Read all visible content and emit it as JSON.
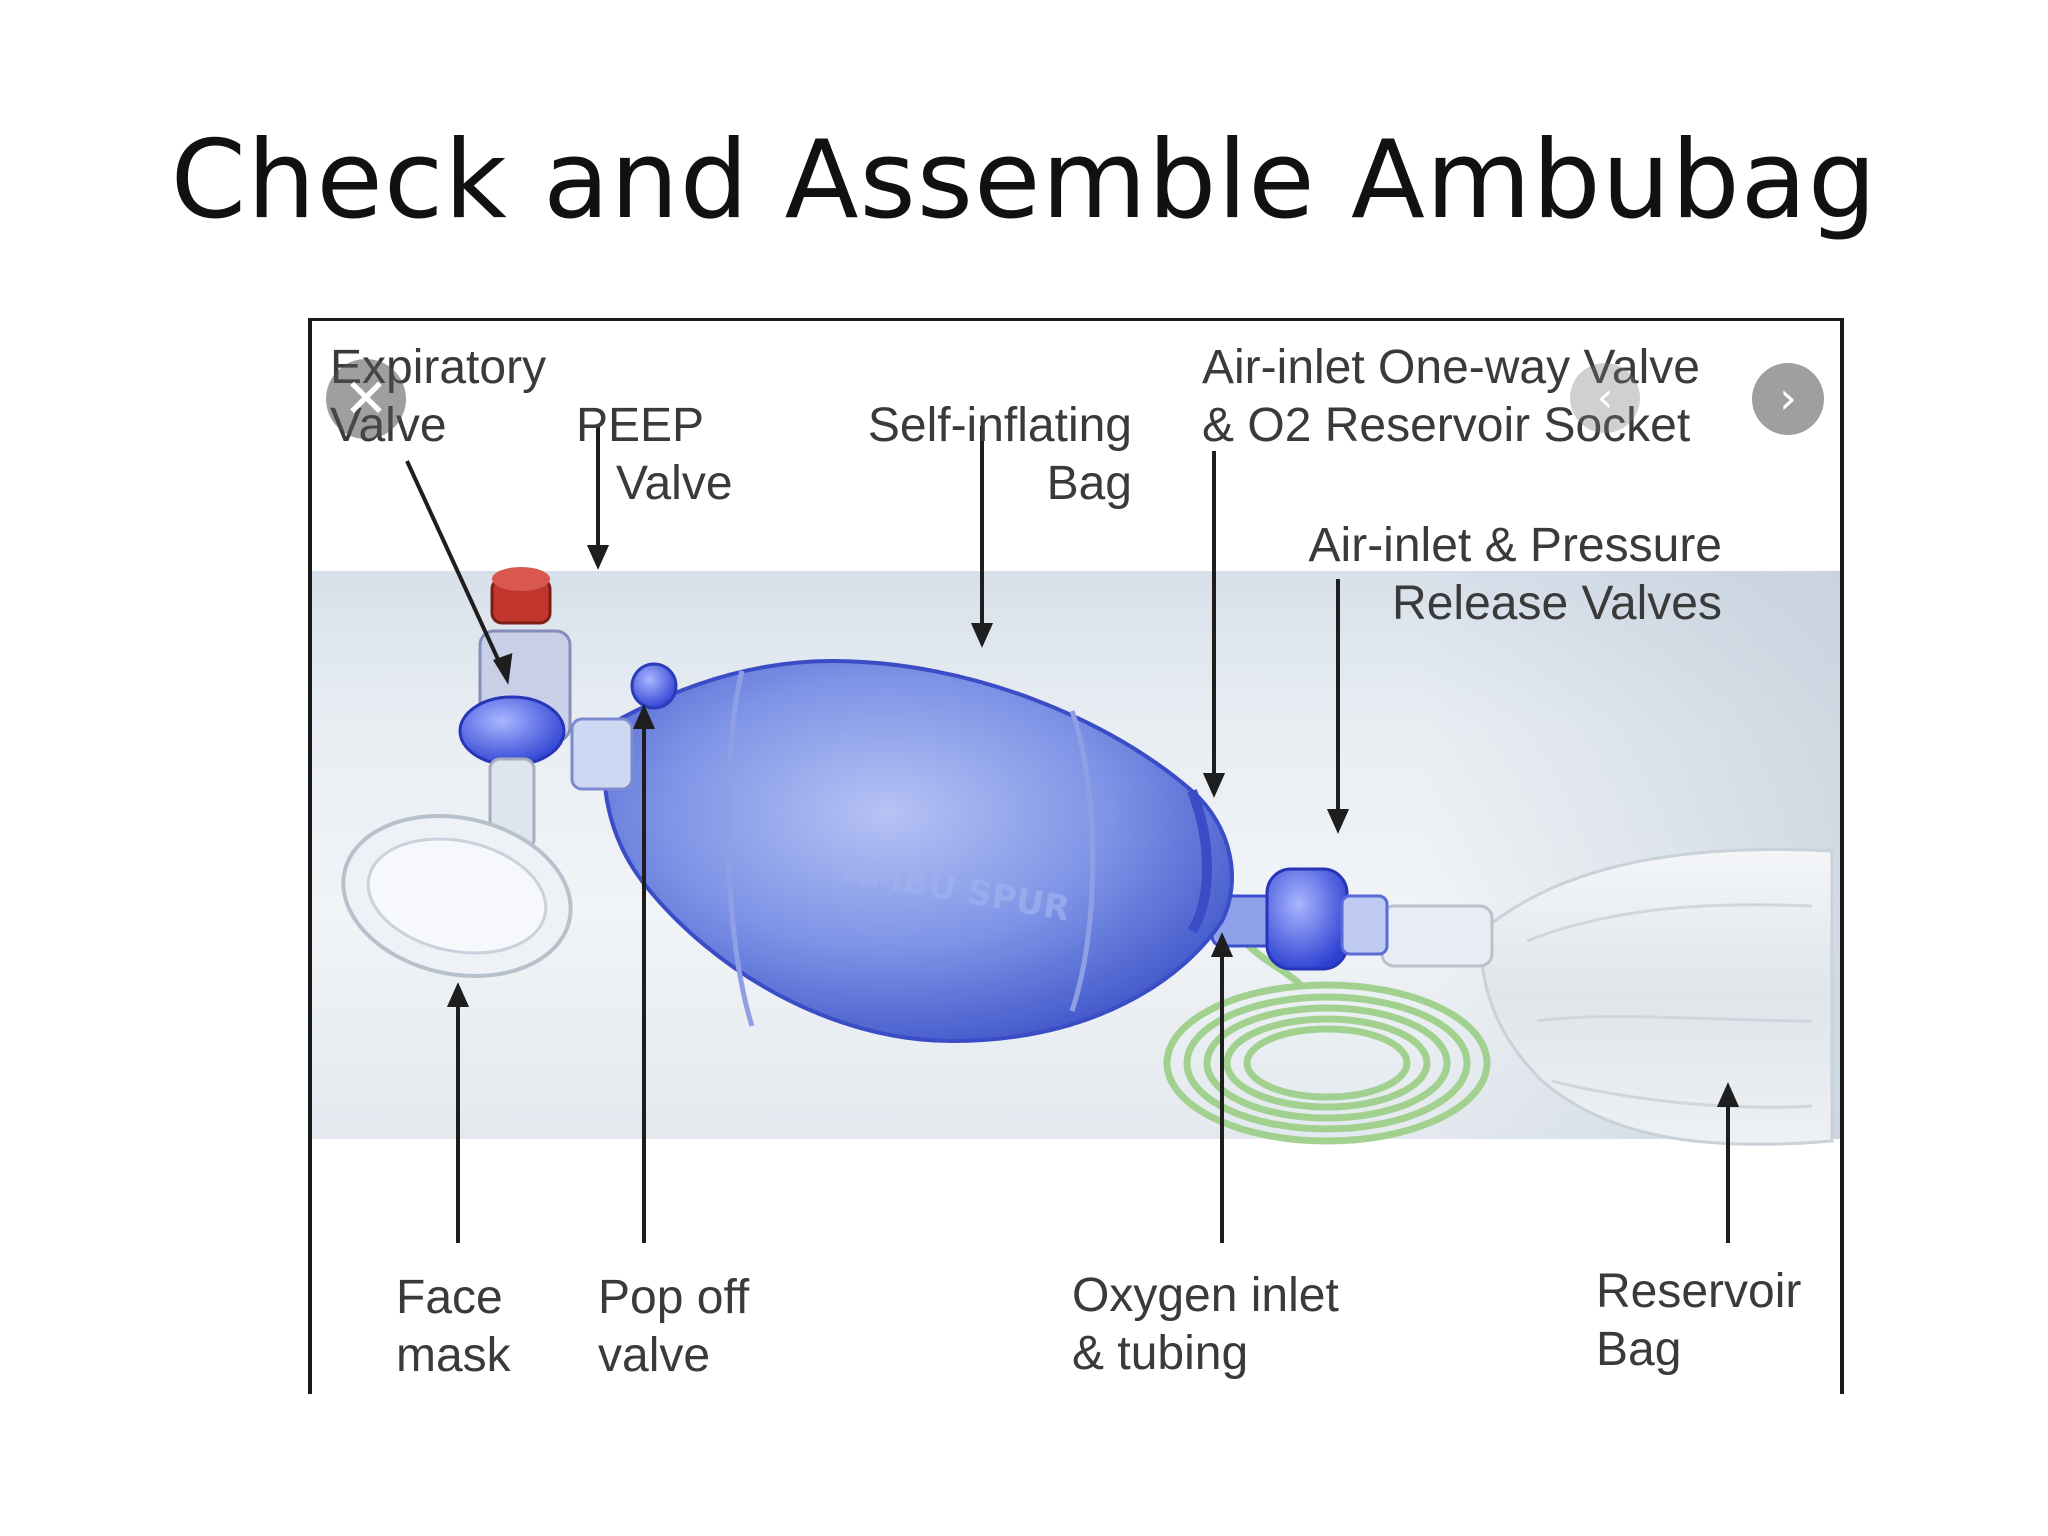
{
  "slide": {
    "title": "Check and Assemble Ambubag"
  },
  "diagram": {
    "labels": {
      "expiratory_valve": [
        "Expiratory",
        "Valve"
      ],
      "peep_valve": [
        "PEEP",
        "Valve"
      ],
      "self_inflating_bag": [
        "Self-inflating",
        "Bag"
      ],
      "air_inlet_one_way": [
        "Air-inlet One-way Valve",
        "& O2 Reservoir Socket"
      ],
      "air_inlet_pressure": [
        "Air-inlet & Pressure",
        "Release Valves"
      ],
      "face_mask": [
        "Face",
        "mask"
      ],
      "pop_off_valve": [
        "Pop off",
        "valve"
      ],
      "oxygen_inlet": [
        "Oxygen inlet",
        "& tubing"
      ],
      "reservoir_bag": [
        "Reservoir",
        "Bag"
      ]
    },
    "bag_imprint": "AMBU SPUR",
    "colors": {
      "bag": "#6f86e0",
      "bag_dark": "#3d4fc9",
      "peep_cap": "#c0362c",
      "tubing": "#9fd08a",
      "mask": "#e9eef4",
      "reservoir": "#e6ebf0",
      "arrow": "#1e1e1e"
    }
  },
  "overlay": {
    "close_icon": "close-icon",
    "prev_icon": "chevron-left-icon",
    "next_icon": "chevron-right-icon"
  }
}
